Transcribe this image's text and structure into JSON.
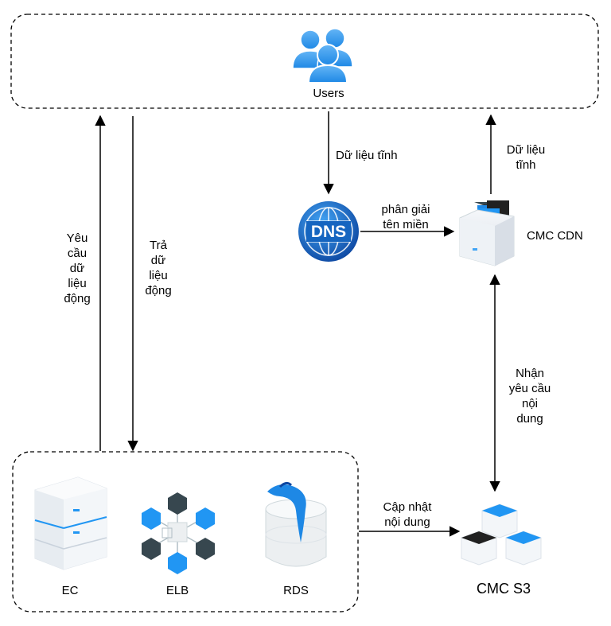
{
  "nodes": {
    "users": "Users",
    "dns": "DNS",
    "cdn": "CMC CDN",
    "s3": "CMC S3",
    "ec": "EC",
    "elb": "ELB",
    "rds": "RDS"
  },
  "edges": {
    "request_dynamic": [
      "Yêu",
      "cầu",
      "dữ",
      "liệu",
      "động"
    ],
    "return_dynamic": [
      "Trả",
      "dữ",
      "liệu",
      "động"
    ],
    "static_to_dns": "Dữ liệu tĩnh",
    "resolve_domain": [
      "phân giải",
      "tên miền"
    ],
    "cdn_static": [
      "Dữ liệu",
      "tĩnh"
    ],
    "receive_request": [
      "Nhận",
      "yêu cầu",
      "nội",
      "dung"
    ],
    "update_content": [
      "Cập nhật",
      "nội dung"
    ]
  },
  "colors": {
    "accent_blue": "#1E88E5",
    "dns_blue": "#1565C0",
    "line": "#000000"
  }
}
